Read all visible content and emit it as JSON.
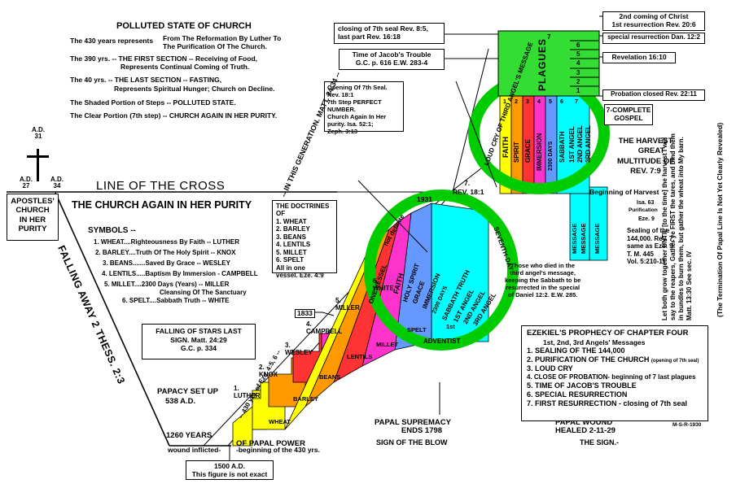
{
  "header": {
    "title": "POLLUTED STATE OF CHURCH",
    "l1a": "The 430 years represents",
    "l1b": "From The Reformation By Luther To",
    "l1c": "The Purification Of The Church.",
    "l2a": "The 390 yrs. -- THE FIRST SECTION -- Receiving of Food,",
    "l2b": "Represents Continual Coming of Truth.",
    "l3a": "The 40 yrs. -- THE LAST SECTION -- FASTING,",
    "l3b": "Represents Spiritual Hunger; Church on Decline.",
    "l4": "The Shaded Portion of Steps -- POLLUTED STATE.",
    "l5": "The Clear Portion (7th step) -- CHURCH AGAIN IN HER PURITY."
  },
  "cross": {
    "ad31a": "A.D.",
    "ad31b": "31",
    "ad27a": "A.D.",
    "ad27b": "27",
    "ad34a": "A.D.",
    "ad34b": "34",
    "apostles": [
      "APOSTLES'",
      "CHURCH",
      "IN HER",
      "PURITY"
    ],
    "line_of_cross": "LINE OF THE CROSS",
    "church_purity": "THE CHURCH AGAIN IN HER PURITY",
    "falling_away": "FALLING AWAY 2 THESS. 2:3"
  },
  "symbols": {
    "title": "SYMBOLS --",
    "items": [
      "1. WHEAT....Righteousness By Faith -- LUTHER",
      "2. BARLEY....Truth Of The Holy Spirit -- KNOX",
      "3. BEANS.......Saved By Grace -- WESLEY",
      "4. LENTILS.....Baptism By Immersion - CAMPBELL",
      "5. MILLET....2300 Days (Years) -- MILLER",
      "Cleansing Of The Sanctuary",
      "6. SPELT....Sabbath Truth -- WHITE"
    ]
  },
  "doctrines": {
    "title": "THE DOCTRINES OF",
    "items": [
      "1. WHEAT",
      "2. BARLEY",
      "3. BEANS",
      "4. LENTILS",
      "5. MILLET",
      "6. SPELT",
      "All in one",
      "vessel. Eze. 4:9"
    ]
  },
  "stars": {
    "l1": "FALLING OF STARS LAST",
    "l2": "SIGN. Matt. 24:29",
    "l3": "G.C. p. 334",
    "year": "1833"
  },
  "papacy": {
    "set_up": "PAPACY SET UP",
    "year538": "538 A.D.",
    "y1260": "1260 YEARS",
    "papal_power": "OF PAPAL POWER",
    "wound": "wound inflicted-",
    "beginning": "-beginning of the 430 yrs.",
    "ad1500a": "1500 A.D.",
    "ad1500b": "This figure is not exact",
    "supremacy1": "PAPAL SUPREMACY",
    "supremacy2": "ENDS 1798",
    "sign_blow": "SIGN OF THE BLOW",
    "wound1": "PAPAL WOUND",
    "wound2": "HEALED 2-11-29",
    "sign": "THE SIGN.-"
  },
  "ezekiel": {
    "title": "EZEKIEL'S PROPHECY OF CHAPTER FOUR",
    "subtitle": "1st, 2nd, 3rd Angels' Messages",
    "items": [
      "1. SEALING OF THE 144,000",
      "2. PURIFICATION OF THE CHURCH",
      "3. LOUD CRY",
      "4. CLOSE OF PROBATION- beginning of 7 last plagues",
      "5. TIME OF JACOB'S TROUBLE",
      "6. SPECIAL RESURRECTION",
      "7. FIRST RESURRECTION - closing of 7th seal"
    ],
    "note": "(opening of 7th seal)",
    "signature": "M-S-R-1930"
  },
  "top_right": {
    "seal_close1": "closing of 7th seal Rev. 8:5,",
    "seal_close2": "last part Rev. 16:18",
    "jacob1": "Time of Jacob's Trouble",
    "jacob2": "G.C. p. 616 E.W. 283-4",
    "opening": [
      "Opening Of 7th Seal. Rev. 18:1",
      "7th Step  PERFECT NUMBER.",
      "Church Again In Her",
      "purity.  Isa. 52:1;",
      "Zeph. 3:13"
    ],
    "second_coming1": "2nd coming of Christ",
    "second_coming2": "1st resurrection Rev. 20:6",
    "special_res": "special resurrection Dan. 12:2",
    "revelation": "Revelation 16:10",
    "probation": "Probation closed  Rev. 22:11",
    "gospel1": "7-COMPLETE",
    "gospel2": "GOSPEL",
    "harvest": [
      "THE HARVEST",
      "GREAT",
      "MULTITUDE OF",
      "REV. 7:9"
    ],
    "beginning_harvest": "Beginning of Harvest",
    "isa": "Isa. 63",
    "purification": "Purification",
    "eze9": "Eze. 9",
    "sealing": [
      "Sealing of the",
      "144,000.  Rev. 7,",
      "same as Eze. 9",
      "T. M. 445",
      "Vol. 5:210-11"
    ],
    "rev18": "REV. 18:1",
    "seven": "7.",
    "generation": "-- IN THIS GENERATION. MATT. 24:34 --",
    "not_definite": "not definite",
    "year1931": "1931",
    "those_who_died": [
      "Those who died in the",
      "third angel's message,",
      "keeping the Sabbath to be",
      "resurrected in the special",
      "of Daniel 12:2.  E.W. 285."
    ],
    "parable": "Let both grow together UNTIL [to the time] the harvest I will say to the reapers, Gather ye FIRST the tares, and bind them in bundles to burn them, but gather the wheat into My barn. Matt. 13:30  See sec. IV",
    "termination": "(The Termination Of Papal Line Is Not Yet Clearly Revealed)"
  },
  "plagues": {
    "label": "PLAGUES",
    "numbers": [
      "7",
      "6",
      "5",
      "4",
      "3",
      "2",
      "1"
    ]
  },
  "steps": {
    "names": [
      "LUTHER",
      "KNOX",
      "WESLEY",
      "CAMPBELL",
      "MILLER",
      "WHITE"
    ],
    "nums": [
      "1.",
      "2.",
      "3.",
      "4.",
      "5.",
      "6."
    ],
    "grains": [
      "WHEAT",
      "BARLEY",
      "BEANS",
      "LENTILS",
      "MILLET",
      "SPELT"
    ],
    "colors": [
      "#ffff00",
      "#ff9900",
      "#ff3333",
      "#ff33cc",
      "#6699ff",
      "#00ffff"
    ],
    "upper_words": [
      "FAITH",
      "SPIRIT",
      "GRACE",
      "IMMERSION",
      "2300 DAYS",
      "SABBATH"
    ],
    "upper_angels": [
      "1ST ANGEL",
      "2ND ANGEL",
      "3RD ANGEL"
    ],
    "lower_words": [
      "FAITH",
      "HOLY SPIRIT",
      "GRACE",
      "IMMERSION",
      "2300 DAYS",
      "SABBATH TRUTH"
    ],
    "lower_angels": [
      "1ST ANGEL",
      "2ND ANGEL",
      "3RD ANGEL"
    ],
    "message": "MESSAGE",
    "upper_arc": "LOUD CRY OF THIRD ANGEL'S MESSAGE",
    "lower_arc_left": "ONE VESSEL",
    "lower_arc_right": "SEVENTH-DAY",
    "adventist": "ADVENTIST",
    "angel_first": "1st",
    "years390": "-- 430 yrs. of Eze. 4:5, 6 --",
    "grain_lower_cyan": "SPELT",
    "grain_lower_blue": "MILLET",
    "step7": "7"
  }
}
